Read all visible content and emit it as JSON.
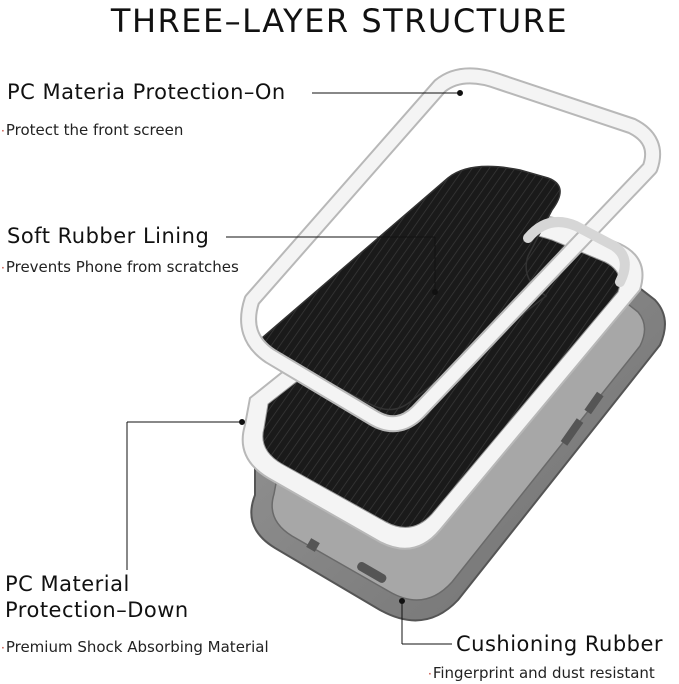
{
  "title": "THREE–LAYER STRUCTURE",
  "callouts": [
    {
      "title": "PC Materia Protection–On",
      "description": "Protect the front screen"
    },
    {
      "title": "Soft Rubber Lining",
      "description": "Prevents Phone from scratches"
    },
    {
      "title_line1": "PC Material",
      "title_line2": "Protection–Down",
      "description": "Premium Shock Absorbing Material"
    },
    {
      "title": "Cushioning Rubber",
      "description": "Fingerprint and dust resistant"
    }
  ],
  "bullet": "·",
  "colors": {
    "text": "#111111",
    "bullet": "#c0392b",
    "frame_white": "#f4f4f4",
    "frame_outline": "#b8b8b8",
    "rubber_black": "#1c1c1c",
    "shell_gray": "#8d8d8d",
    "shell_dark": "#5f5f5f"
  }
}
